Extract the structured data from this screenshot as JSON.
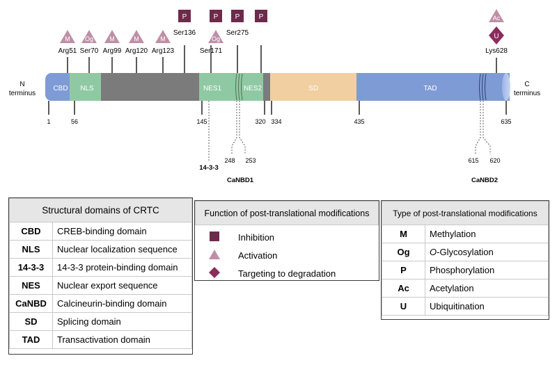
{
  "protein": {
    "n_label": [
      "N",
      "terminus"
    ],
    "c_label": [
      "C",
      "terminus"
    ],
    "domains": [
      {
        "label": "CBD",
        "color": "#7f9bd6"
      },
      {
        "label": "NLS",
        "color": "#8fc9a3"
      },
      {
        "label": "",
        "color": "#7b7b7b"
      },
      {
        "label": "NES1",
        "color": "#8fc9a3"
      },
      {
        "label": "NES2",
        "color": "#8fc9a3"
      },
      {
        "label": "",
        "color": "#7b7b7b"
      },
      {
        "label": "SD",
        "color": "#f1cfa1"
      },
      {
        "label": "TAD",
        "color": "#7f9bd6"
      }
    ],
    "positions": [
      {
        "label": "1"
      },
      {
        "label": "56"
      },
      {
        "label": "145"
      },
      {
        "label": "320"
      },
      {
        "label": "334"
      },
      {
        "label": "435"
      },
      {
        "label": "635"
      }
    ],
    "motifs": [
      {
        "label": "14-3-3"
      },
      {
        "label": "248"
      },
      {
        "label": "253"
      },
      {
        "label": "CaNBD1"
      },
      {
        "label": "615"
      },
      {
        "label": "620"
      },
      {
        "label": "CaNBD2"
      }
    ],
    "sites": [
      {
        "label": "Arg51",
        "marks": [
          "M"
        ]
      },
      {
        "label": "Ser70",
        "marks": [
          "Og"
        ]
      },
      {
        "label": "Arg99",
        "marks": [
          "M"
        ]
      },
      {
        "label": "Arg120",
        "marks": [
          "M"
        ]
      },
      {
        "label": "Arg123",
        "marks": [
          "M"
        ]
      },
      {
        "label": "Ser136",
        "marks": [
          "P"
        ]
      },
      {
        "label": "Ser171",
        "marks": [
          "Og",
          "P"
        ]
      },
      {
        "label": "Ser275",
        "marks": [
          "P"
        ]
      },
      {
        "label": "",
        "marks": [
          "P"
        ]
      },
      {
        "label": "Lys628",
        "marks": [
          "U",
          "Ac"
        ]
      }
    ]
  },
  "colors": {
    "inhibition": "#6e2a4a",
    "activation": "#bf8fa6",
    "degradation": "#8a2d5c"
  },
  "structural_table": {
    "header": "Structural domains of CRTC",
    "rows": [
      {
        "abbr": "CBD",
        "desc": "CREB-binding domain"
      },
      {
        "abbr": "NLS",
        "desc": "Nuclear localization sequence"
      },
      {
        "abbr": "14-3-3",
        "desc": "14-3-3 protein-binding domain"
      },
      {
        "abbr": "NES",
        "desc": "Nuclear export sequence"
      },
      {
        "abbr": "CaNBD",
        "desc": "Calcineurin-binding domain"
      },
      {
        "abbr": "SD",
        "desc": "Splicing domain"
      },
      {
        "abbr": "TAD",
        "desc": "Transactivation domain"
      }
    ]
  },
  "function_table": {
    "header": "Function of post-translational modifications",
    "rows": [
      {
        "icon": "square-icon",
        "label": "Inhibition"
      },
      {
        "icon": "triangle-icon",
        "label": "Activation"
      },
      {
        "icon": "diamond-icon",
        "label": "Targeting to degradation"
      }
    ]
  },
  "type_table": {
    "header": "Type of post-translational modifications",
    "rows": [
      {
        "abbr": "M",
        "label": "Methylation"
      },
      {
        "abbr": "Og",
        "label": "O-Glycosylation"
      },
      {
        "abbr": "P",
        "label": "Phosphorylation"
      },
      {
        "abbr": "Ac",
        "label": "Acetylation"
      },
      {
        "abbr": "U",
        "label": "Ubiquitination"
      }
    ]
  }
}
